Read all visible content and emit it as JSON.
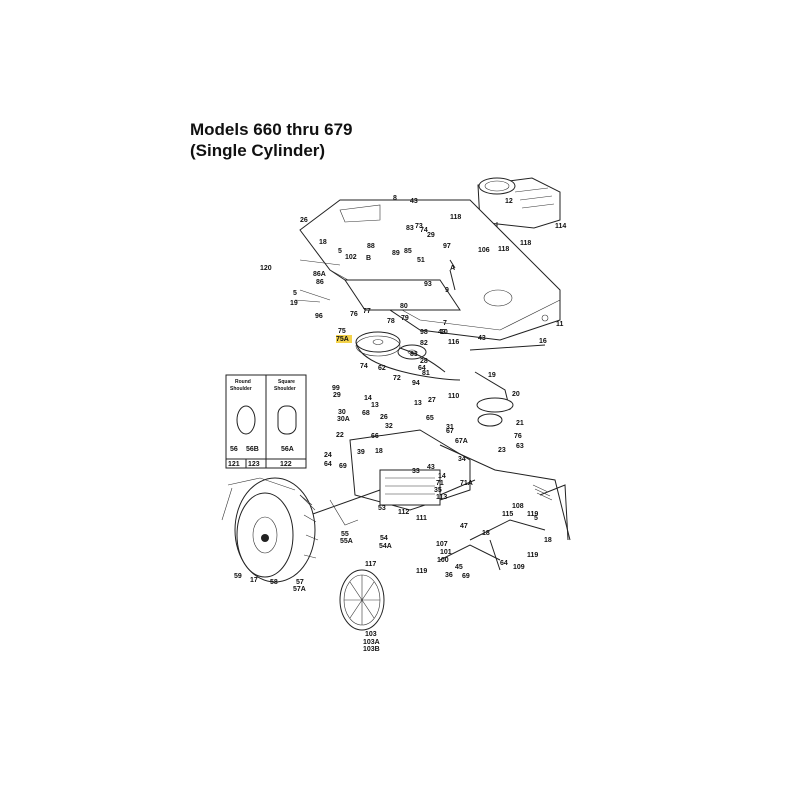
{
  "title_line1": "Models 660 thru 679",
  "title_line2": "(Single Cylinder)",
  "highlight_color": "#f3d24a",
  "inset": {
    "round_label_1": "Round",
    "round_label_2": "Shoulder",
    "square_label_1": "Square",
    "square_label_2": "Shoulder",
    "round_parts": [
      "56",
      "56B"
    ],
    "square_part": "56A",
    "bottom": [
      "121",
      "123",
      "122"
    ]
  },
  "callouts": [
    "26",
    "8",
    "43",
    "12",
    "118",
    "114",
    "18",
    "5",
    "88",
    "83",
    "89",
    "85",
    "73",
    "74",
    "29",
    "97",
    "118",
    "106",
    "118",
    "120",
    "102",
    "B",
    "86A",
    "86",
    "51",
    "A",
    "93",
    "9",
    "5",
    "19",
    "96",
    "11",
    "80",
    "76",
    "77",
    "78",
    "79",
    "98",
    "7",
    "10",
    "43",
    "43",
    "16",
    "75",
    "75A",
    "74",
    "62",
    "82",
    "116",
    "83",
    "28",
    "64",
    "81",
    "72",
    "19",
    "99",
    "29",
    "94",
    "110",
    "27",
    "20",
    "14",
    "13",
    "65",
    "13",
    "21",
    "30",
    "30A",
    "68",
    "26",
    "76",
    "22",
    "66",
    "32",
    "31",
    "67",
    "67A",
    "63",
    "23",
    "24",
    "64",
    "39",
    "18",
    "33",
    "43",
    "34",
    "69",
    "14",
    "71",
    "71A",
    "35",
    "113",
    "53",
    "112",
    "111",
    "108",
    "115",
    "119",
    "55",
    "55A",
    "54",
    "54A",
    "47",
    "18",
    "5",
    "18",
    "107",
    "101",
    "100",
    "119",
    "36",
    "45",
    "69",
    "64",
    "109",
    "119",
    "59",
    "17",
    "58",
    "57",
    "57A",
    "117",
    "103",
    "103A",
    "103B"
  ]
}
